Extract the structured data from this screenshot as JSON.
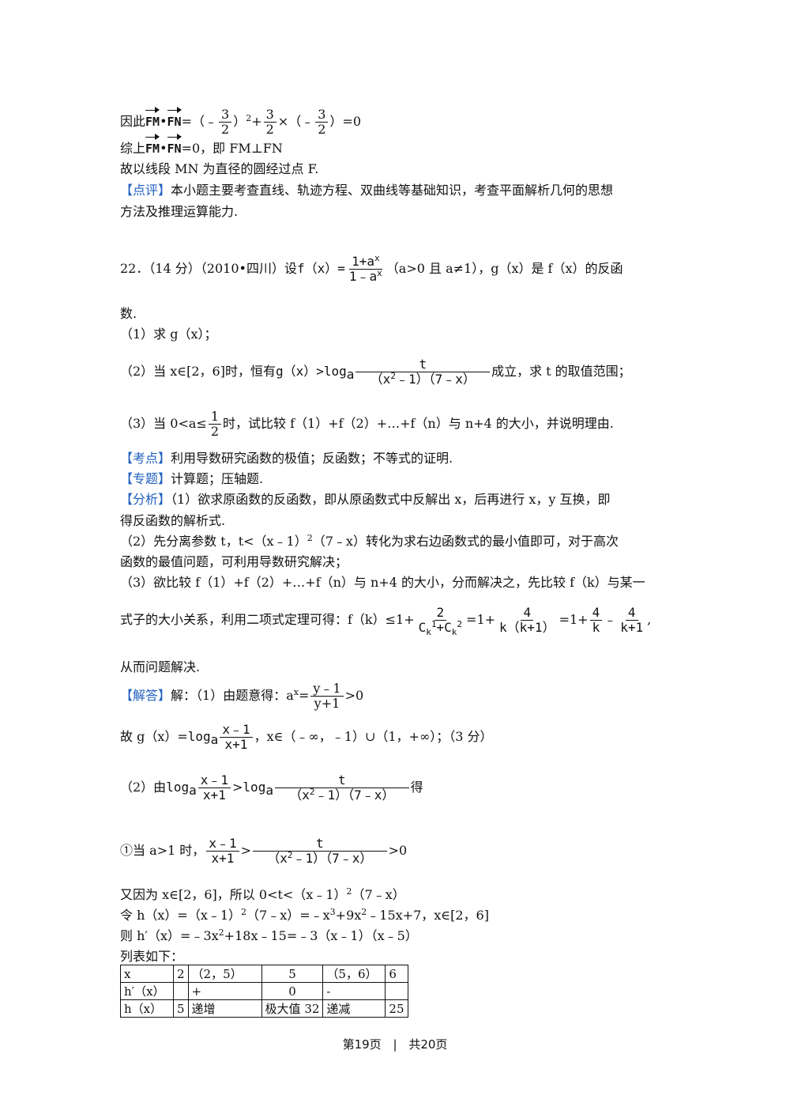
{
  "l1": {
    "pre": "因此",
    "mid": "=（﹣",
    "p2": "）",
    "p3": "+",
    "p4": "×（﹣",
    "p5": "）=0",
    "v1": "FM",
    "v2": "FN",
    "f_num": "3",
    "f_den": "2",
    "sq": "2"
  },
  "l2": {
    "pre": "综上",
    "post": "=0，即 FM⊥FN",
    "v1": "FM",
    "v2": "FN"
  },
  "l3": "故以线段 MN 为直径的圆经过点 F.",
  "dianping": {
    "tag": "【点评】",
    "text1": "本小题主要考查直线、轨迹方程、双曲线等基础知识，考查平面解析几何的思想",
    "text2": "方法及推理运算能力."
  },
  "q22": {
    "head": "22．（14 分）（2010•四川）设",
    "fx": "f（x）=",
    "num": "1+a",
    "den": "1﹣a",
    "exp": "x",
    "tail": "（a>0 且 a≠1），g（x）是 f（x）的反函",
    "line2": "数."
  },
  "sub1": "（1）求 g（x）；",
  "sub2": {
    "pre": "（2）当 x∈[2，6]时，恒有",
    "g": "g（x）>log",
    "a": "a",
    "num": "t",
    "den1": "（x",
    "den2": "﹣1）（7﹣x）",
    "sq": "2",
    "post": "成立，求 t 的取值范围；"
  },
  "sub3": {
    "pre": "（3）当 0<a≤",
    "num": "1",
    "den": "2",
    "post": "时，试比较 f（1）+f（2）+…+f（n）与 n+4 的大小，并说明理由."
  },
  "kaodian": {
    "tag": "【考点】",
    "text": "利用导数研究函数的极值；反函数；不等式的证明."
  },
  "zhuanti": {
    "tag": "【专题】",
    "text": "计算题；压轴题."
  },
  "fenxi": {
    "tag": "【分析】",
    "t1": "（1）欲求原函数的反函数，即从原函数式中反解出 x，后再进行 x，y 互换，即",
    "t2": "得反函数的解析式.",
    "t3": "（2）先分离参数 t，t<（x﹣1）",
    "t3b": "（7﹣x）转化为求右边函数式的最小值即可，对于高次",
    "t4": "函数的最值问题，可利用导数研究解决；",
    "t5": "（3）欲比较 f（1）+f（2）+…+f（n）与 n+4 的大小，分而解决之，先比较 f（k）与某一",
    "t6pre": "式子的大小关系，利用二项式定理可得：f（k）≤1+",
    "c_num": "2",
    "c_den": "C",
    "eq1": "=1+",
    "k_num": "4",
    "k_den": "k（k+1）",
    "eq2": "=1+",
    "k2_num": "4",
    "k2_den": "k",
    "minus": "﹣",
    "k3_num": "4",
    "k3_den": "k+1",
    "comma": ",",
    "t7": "从而问题解决."
  },
  "jieda": {
    "tag": "【解答】",
    "t1": "解：（1）由题意得：a",
    "t1b": "=",
    "y_num": "y﹣1",
    "y_den": "y+1",
    "t1c": ">0",
    "g_pre": "故 g（x）=",
    "log": "log",
    "a": "a",
    "x_num": "x﹣1",
    "x_den": "x+1",
    "g_post": "，x∈（﹣∞，﹣1）∪（1，+∞）；（3 分）",
    "s2pre": "（2）由",
    "gt": ">",
    "t_num": "t",
    "t_den1": "（x",
    "t_den2": "﹣1）（7﹣x）",
    "s2post": "得",
    "c1pre": "①当 a>1 时，",
    "c1post": ">0",
    "r1": "又因为 x∈[2，6]，所以 0<t<（x﹣1）",
    "r1b": "（7﹣x）",
    "r2a": "令 h（x）=（x﹣1）",
    "r2b": "（7﹣x）=﹣x",
    "r2c": "+9x",
    "r2d": "﹣15x+7，x∈[2，6]",
    "r3a": "则 h′（x）=﹣3x",
    "r3b": "+18x﹣15=﹣3（x﹣1）（x﹣5）",
    "r4": "列表如下：",
    "sq": "2",
    "cube": "3",
    "xsup": "x"
  },
  "table": {
    "rows": [
      [
        "x",
        "2",
        "（2，5）",
        "5",
        "（5，6）",
        "6"
      ],
      [
        "h′（x）",
        "",
        "+",
        "0",
        "-",
        ""
      ],
      [
        "h（x）",
        "5",
        "递增",
        "极大值 32",
        "递减",
        "25"
      ]
    ]
  },
  "footer": {
    "page": "第19页",
    "sep": "|",
    "total": "共20页"
  }
}
